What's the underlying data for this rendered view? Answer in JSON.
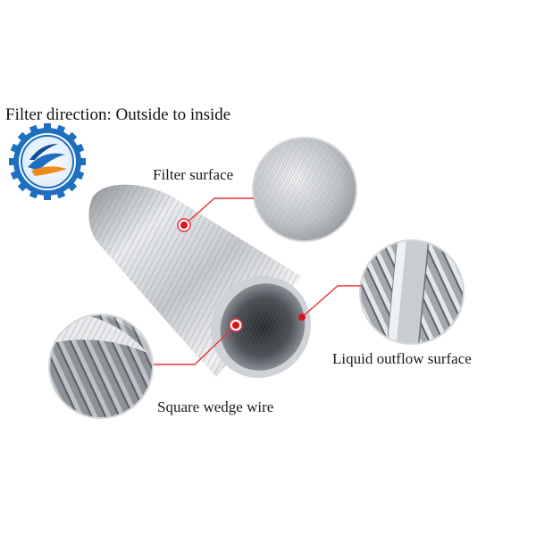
{
  "heading": "Filter direction: Outside to inside",
  "callouts": {
    "filter_surface": "Filter surface",
    "liquid_outflow_surface": "Liquid outflow surface",
    "square_wedge_wire": "Square wedge wire"
  },
  "colors": {
    "leader_line": "#e8323a",
    "marker_red": "#d9141c",
    "logo_blue": "#1f6fc0",
    "logo_orange": "#f08a1c",
    "steel_light": "#e6e8ea",
    "steel_dark": "#6c7077"
  },
  "icons": {
    "logo": "company-gear-logo"
  }
}
